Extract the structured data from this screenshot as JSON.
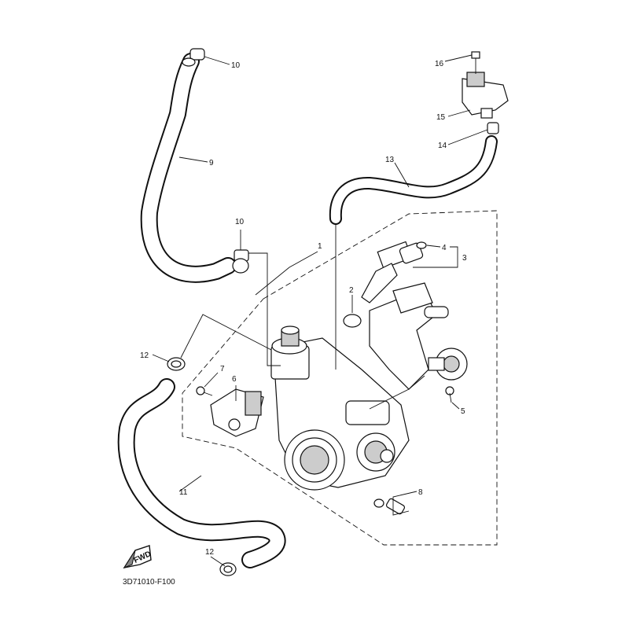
{
  "diagram": {
    "callouts": [
      "10",
      "9",
      "10",
      "12",
      "7",
      "6",
      "11",
      "12",
      "1",
      "2",
      "4",
      "3",
      "5",
      "8",
      "13",
      "14",
      "15",
      "16"
    ],
    "fwd_label": "FWD",
    "figure_code": "3D71010-F100"
  }
}
